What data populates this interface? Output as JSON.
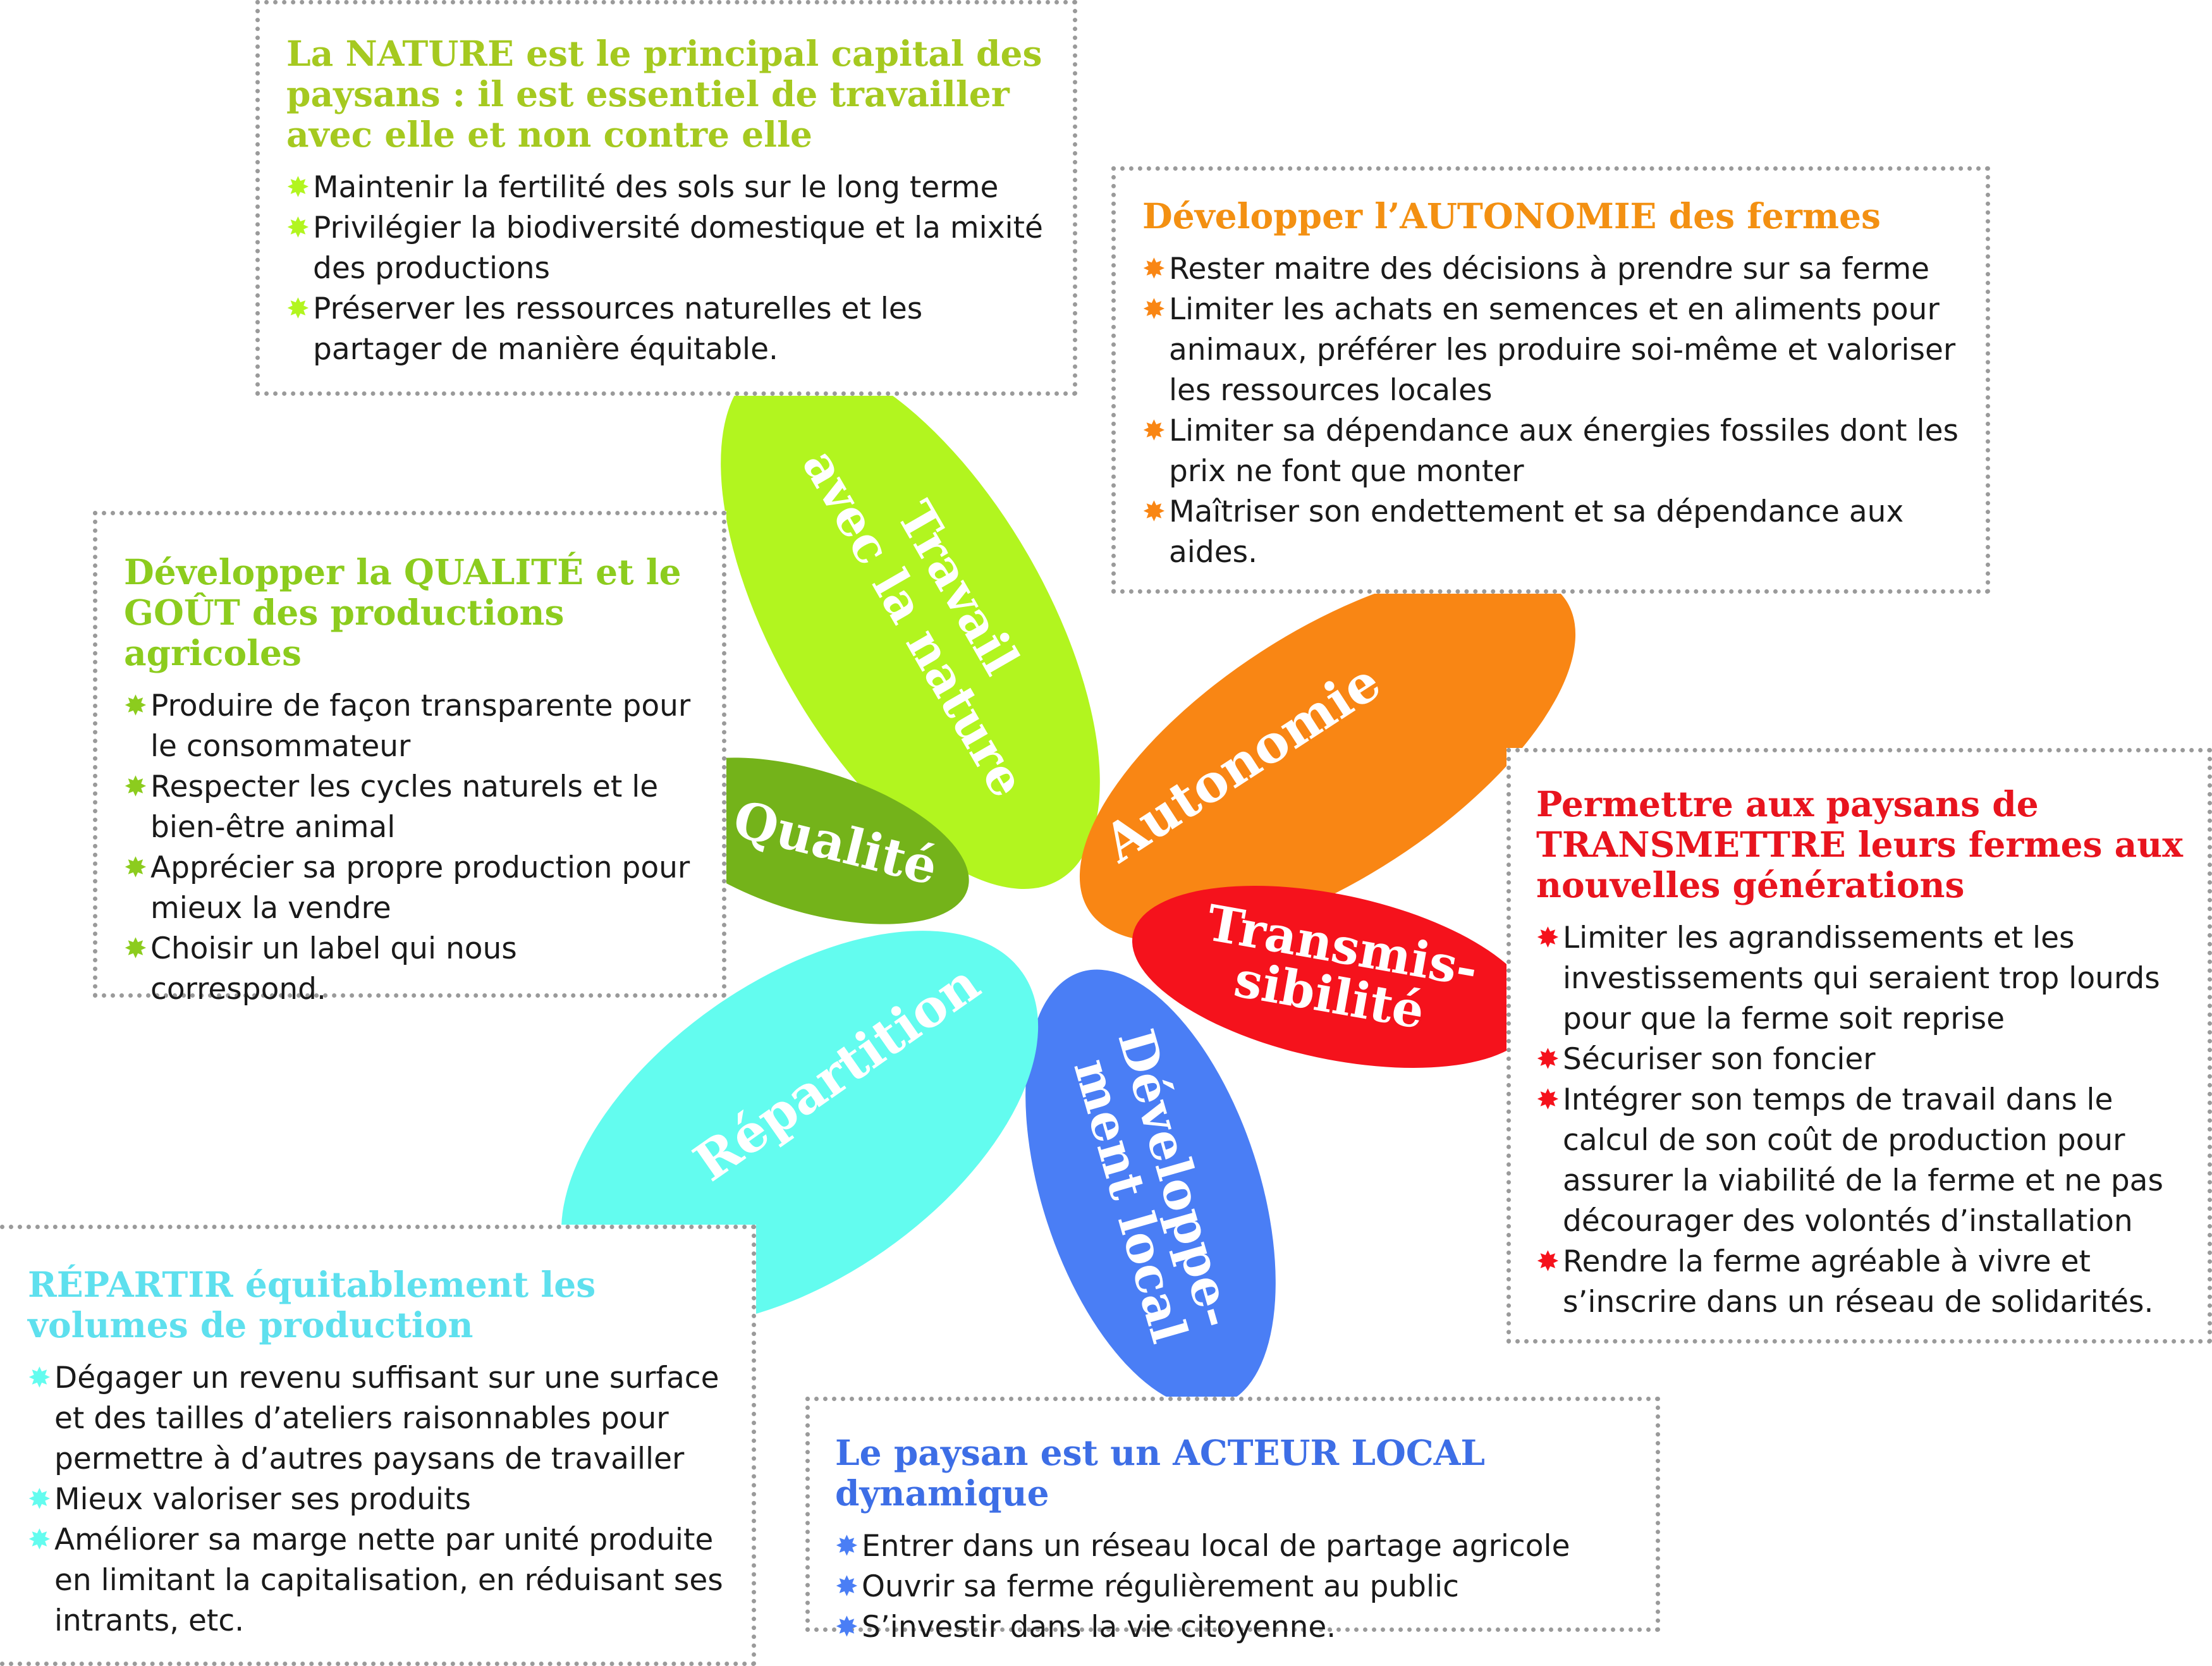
{
  "colors": {
    "nature": "#b2f51f",
    "nature_title": "#a5c920",
    "qualite": "#74b31a",
    "qualite_title": "#8ccc1e",
    "autonomie": "#f98614",
    "autonomie_title": "#f39012",
    "transmission": "#f5121c",
    "transmission_title": "#e8141e",
    "local": "#4a7ef5",
    "local_title": "#3d6ee6",
    "repartition": "#63fcef",
    "repartition_title": "#5ee0ee"
  },
  "petals": {
    "nature": [
      "Travail",
      "avec la nature"
    ],
    "qualite": [
      "Qualité"
    ],
    "autonomie": [
      "Autonomie"
    ],
    "transmission": [
      "Transmis-",
      "sibilité"
    ],
    "local": [
      "Développe-",
      "ment local"
    ],
    "repartition": [
      "Répartition"
    ]
  },
  "boxes": {
    "nature": {
      "title": "La NATURE est le principal capital des paysans : il est essentiel de travailler avec elle et non contre elle",
      "items": [
        "Maintenir la fertilité des sols sur le long terme",
        "Privilégier la biodiversité domestique et la mixité des productions",
        "Préserver les ressources naturelles et les partager de manière équitable."
      ]
    },
    "autonomie": {
      "title": "Développer l’AUTONOMIE des fermes",
      "items": [
        "Rester maitre des décisions à prendre sur sa ferme",
        "Limiter les achats en semences et en aliments pour animaux, préférer les produire soi-même et valoriser les ressources locales",
        "Limiter sa dépendance aux énergies fossiles dont les prix ne font que monter",
        "Maîtriser son endettement et sa dépendance aux aides."
      ]
    },
    "qualite": {
      "title": "Développer la QUALITÉ et le GOÛT des productions agricoles",
      "items": [
        "Produire de façon transparente pour le consommateur",
        "Respecter les cycles naturels et le bien-être animal",
        "Apprécier sa propre production pour mieux la vendre",
        "Choisir un label qui nous correspond."
      ]
    },
    "transmission": {
      "title": "Permettre aux paysans de TRANSMETTRE leurs fermes aux nouvelles générations",
      "items": [
        "Limiter les agrandissements et les investissements qui seraient trop lourds pour que la ferme soit reprise",
        "Sécuriser son foncier",
        "Intégrer son temps de travail dans le calcul de son coût de production pour assurer la viabilité de la ferme et ne pas décourager des volontés d’installation",
        "Rendre la ferme agréable à vivre et s’inscrire dans un réseau de solidarités."
      ]
    },
    "repartition": {
      "title": "RÉPARTIR équitablement les volumes de production",
      "items": [
        "Dégager un revenu suffisant sur une surface et des tailles d’ateliers raisonnables pour permettre à d’autres paysans de travailler",
        "Mieux valoriser ses produits",
        "Améliorer sa marge nette par unité produite en limitant la capitalisation, en réduisant ses intrants, etc."
      ]
    },
    "local": {
      "title": "Le paysan est un ACTEUR LOCAL dynamique",
      "items": [
        "Entrer dans un réseau local de partage agricole",
        "Ouvrir sa ferme régulièrement au public",
        "S’investir dans la vie citoyenne."
      ]
    }
  },
  "bullet_icon": "star-burst-icon"
}
